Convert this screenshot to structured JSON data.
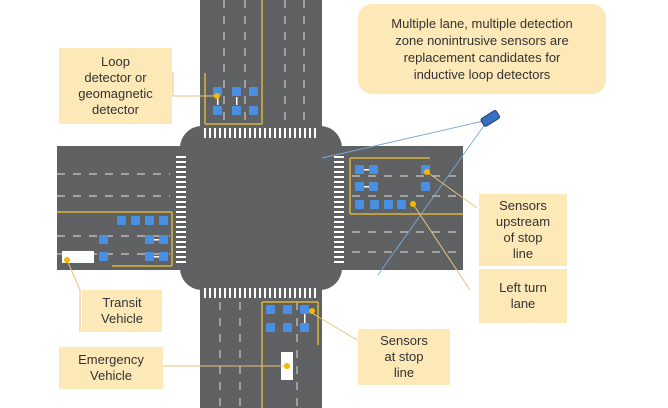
{
  "labels": {
    "info_bubble": "Multiple lane, multiple detection\nzone nonintrusive sensors are\nreplacement candidates for\ninductive loop detectors",
    "loop_detector": "Loop\ndetector or\ngeomagnetic\ndetector",
    "sensors_upstream": "Sensors\nupstream\nof stop\nline",
    "left_turn_lane": "Left turn\nlane",
    "transit_vehicle": "Transit\nVehicle",
    "emergency_vehicle": "Emergency\nVehicle",
    "sensors_stop_line": "Sensors\nat stop\nline"
  },
  "colors": {
    "road": "#5f6162",
    "crosswalk": "#ffffff",
    "lane_marking": "#c9c9c9",
    "yellow_line": "#d9b43a",
    "sensor": "#4a90e2",
    "marker_dot": "#f5b800",
    "callout_bg": "#fde8b8",
    "leader_line": "#e8c27a",
    "sensor_beam": "#7aa8d8"
  },
  "icons": {
    "sensor_device": "blue-sensor-icon",
    "detection_zone": "blue-square-icon",
    "vehicle": "white-rect-icon"
  }
}
